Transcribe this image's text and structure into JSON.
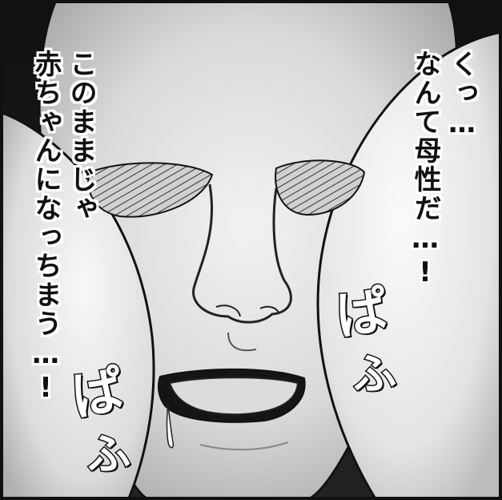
{
  "dialogue": {
    "right_col1": "くっ…",
    "right_col2": "なんて母性だ…!",
    "left_col1": "このままじゃ",
    "left_col2": "赤ちゃんになっちまう…!"
  },
  "sfx": {
    "right_pa": "ぱ",
    "right_fu": "ふ",
    "left_pa": "ぱ",
    "left_fu": "ふ"
  },
  "colors": {
    "border": "#111111",
    "skin_light": "#e8e8e8",
    "skin_mid": "#bdbdbd",
    "shadow": "#1a1a1a"
  }
}
